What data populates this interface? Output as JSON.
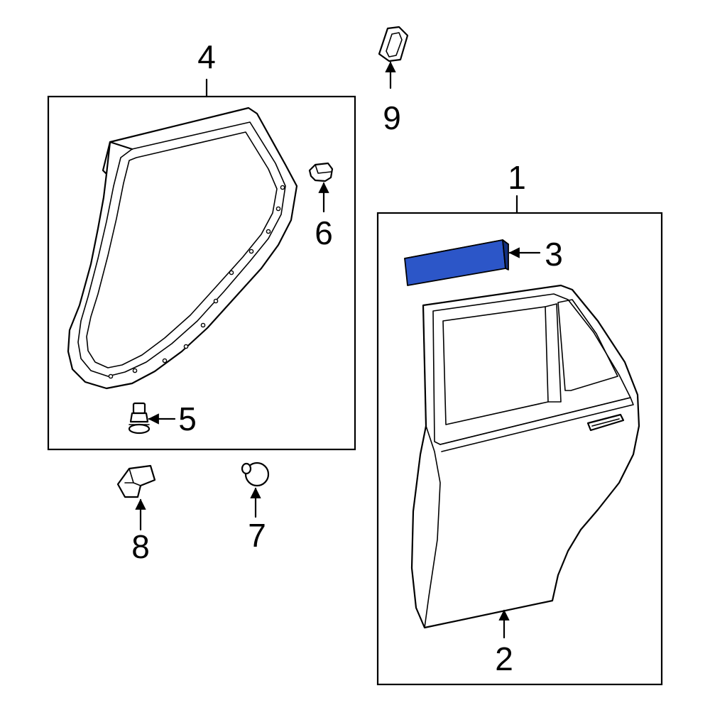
{
  "callouts": {
    "c1": "1",
    "c2": "2",
    "c3": "3",
    "c4": "4",
    "c5": "5",
    "c6": "6",
    "c7": "7",
    "c8": "8",
    "c9": "9"
  },
  "colors": {
    "highlight": "#2c56c8",
    "line": "#000000",
    "background": "#ffffff"
  }
}
